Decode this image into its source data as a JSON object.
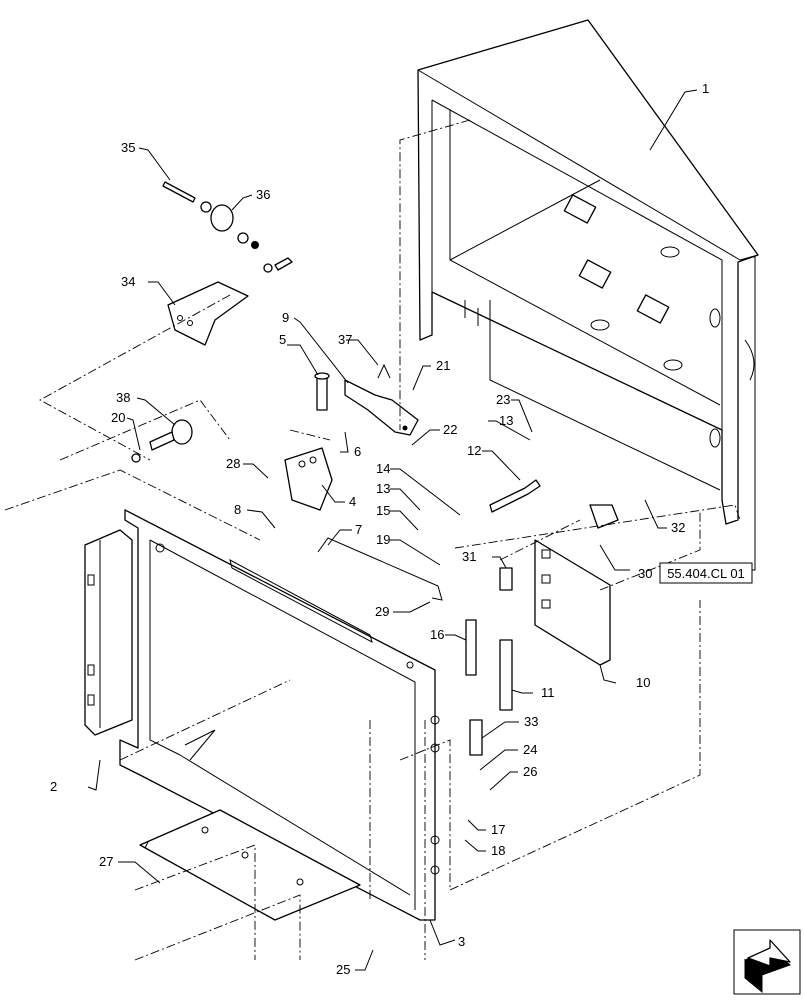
{
  "diagram": {
    "reference_label": "55.404.CL 01",
    "callouts": [
      "1",
      "2",
      "3",
      "4",
      "5",
      "6",
      "7",
      "8",
      "9",
      "10",
      "11",
      "12",
      "13",
      "13",
      "14",
      "15",
      "16",
      "17",
      "18",
      "19",
      "20",
      "21",
      "22",
      "23",
      "24",
      "25",
      "26",
      "27",
      "28",
      "29",
      "30",
      "31",
      "32",
      "33",
      "34",
      "35",
      "36",
      "37",
      "38"
    ]
  },
  "icons": {
    "corner": "navigation-arrow-icon"
  }
}
